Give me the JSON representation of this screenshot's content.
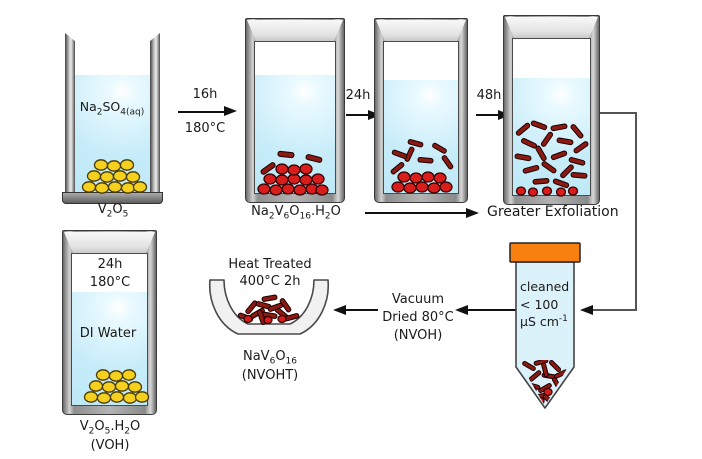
{
  "colors": {
    "c-liquid": "#c7ecf9",
    "c-liquid-hi": "#eafaff",
    "c-tube": "#dcf2fb",
    "c-yellow": "#f6d01f",
    "c-red": "#d91d1d",
    "c-darkred": "#8c1a12",
    "c-orange": "#f8800f"
  },
  "vessels": {
    "v1": {
      "solution": "Na~2~SO~4(aq)~",
      "label": "V~2~O~5~"
    },
    "v2": {
      "label": "Na~2~V~6~O~16~.H~2~O"
    },
    "voh": {
      "time": "24h",
      "temp": "180°C",
      "solvent": "DI Water",
      "label": "V~2~O~5~.H~2~O",
      "code": "(VOH)"
    }
  },
  "arrows": {
    "step1": {
      "time": "16h",
      "temp": "180°C"
    },
    "step2": {
      "time": "24h"
    },
    "step3": {
      "time": "48h"
    },
    "exfoliation": "Greater Exfoliation",
    "vacuum": {
      "line1": "Vacuum",
      "line2": "Dried 80°C",
      "line3": "(NVOH)"
    }
  },
  "crucible": {
    "note1": "Heat Treated",
    "note2": "400°C 2h",
    "label": "NaV~6~O~16~",
    "code": "(NVOHT)"
  },
  "tube": {
    "line1": "cleaned",
    "line2": "< 100",
    "line3": "μS cm^-1^"
  }
}
